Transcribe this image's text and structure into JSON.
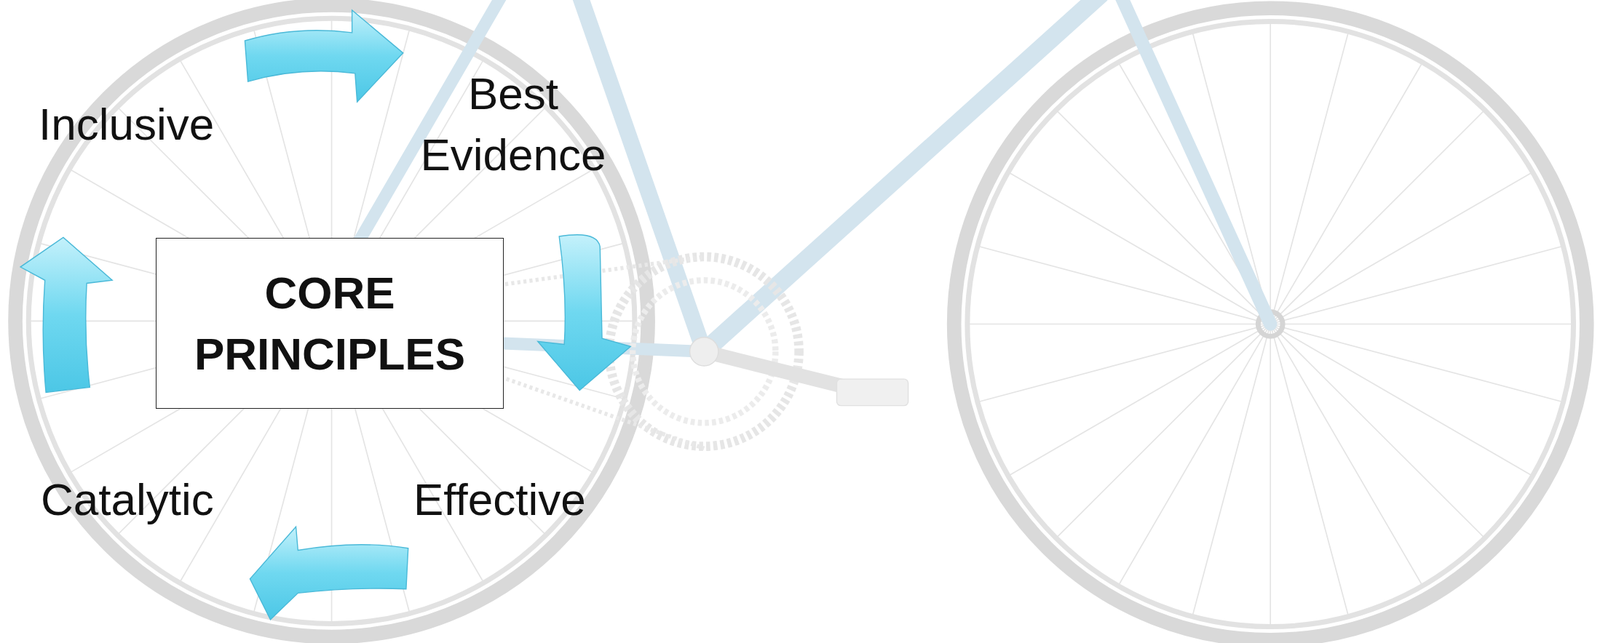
{
  "diagram": {
    "nodes": [
      {
        "text": [
          "CORE PRINCIPLES"
        ]
      }
    ],
    "labels": [
      "Inclusive",
      "Best Evidence",
      "Catalytic",
      "Effective"
    ]
  }
}
